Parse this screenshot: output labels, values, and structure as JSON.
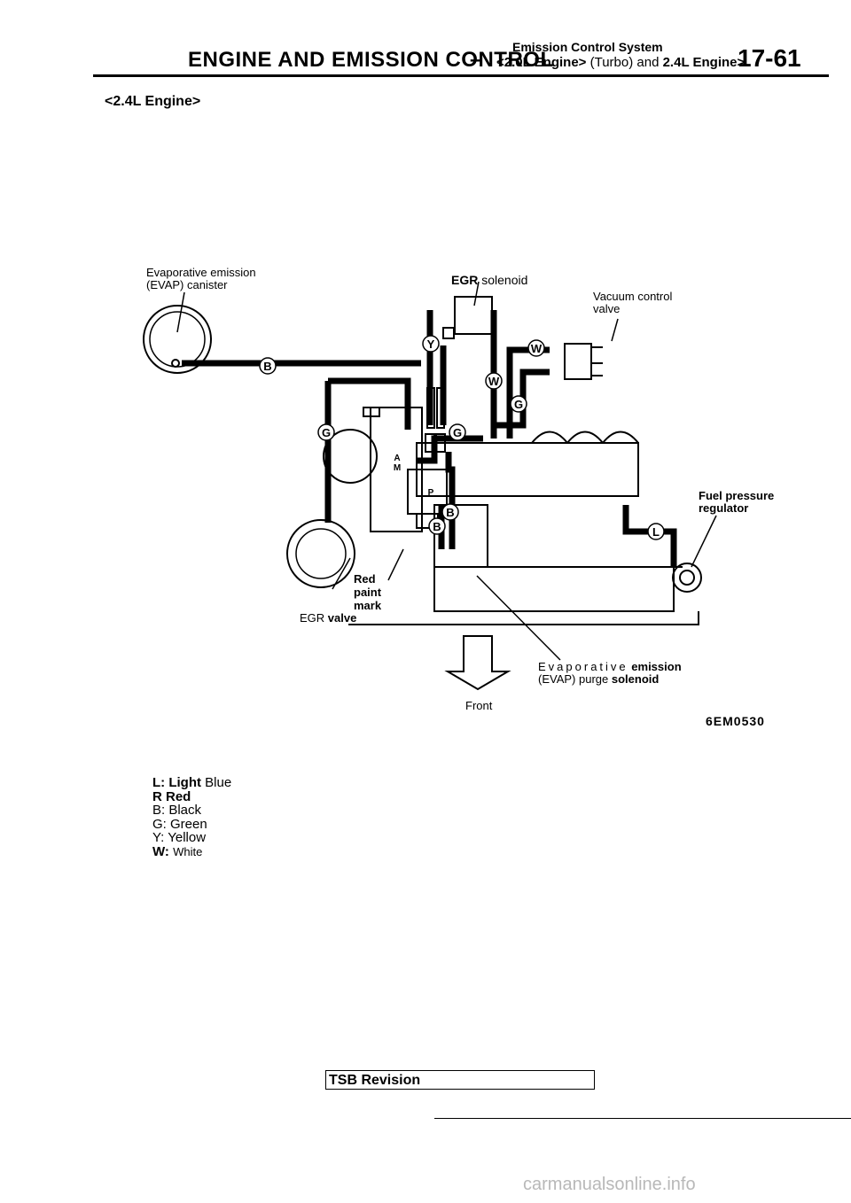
{
  "header": {
    "title": "ENGINE AND EMISSION CONTROL",
    "dash": "–",
    "subtitle_top": "Emission Control System",
    "subtitle_prefix": "<2.0L Engine>",
    "subtitle_mid": "(Turbo) and",
    "subtitle_suffix": "2.4L Engine>",
    "page_number": "17-61"
  },
  "section_title": "<2.4L Engine>",
  "labels": {
    "evap_canister_line1": "Evaporative emission",
    "evap_canister_line2": "(EVAP) canister",
    "egr_solenoid_bold": "EGR",
    "egr_solenoid_rest": "solenoid",
    "vacuum_control_line1": "Vacuum control",
    "vacuum_control_line2": "valve",
    "fuel_pressure_line1": "Fuel pressure",
    "fuel_pressure_line2": "regulator",
    "red_paint_line1": "Red",
    "red_paint_line2": "paint",
    "red_paint_line3": "mark",
    "egr_valve_a": "EGR",
    "egr_valve_b": "valve",
    "evap_purge_line1a": "Evaporative",
    "evap_purge_line1b": "emission",
    "evap_purge_line2a": "(EVAP) purge",
    "evap_purge_line2b": "solenoid",
    "front": "Front",
    "figure_code": "6EM0530"
  },
  "hose_tags": [
    "B",
    "Y",
    "W",
    "W",
    "G",
    "G",
    "G",
    "B",
    "B",
    "L"
  ],
  "port_tags": [
    "A",
    "M",
    "P"
  ],
  "legend": {
    "l_key": "L: Light",
    "l_val": "Blue",
    "r": "R Red",
    "b": "B: Black",
    "g": "G: Green",
    "y": "Y: Yellow",
    "w_key": "W:",
    "w_val": "White"
  },
  "footer": {
    "tsb_bold": "TSB",
    "tsb_rest": "Revision",
    "watermark": "carmanualsonline.info"
  }
}
